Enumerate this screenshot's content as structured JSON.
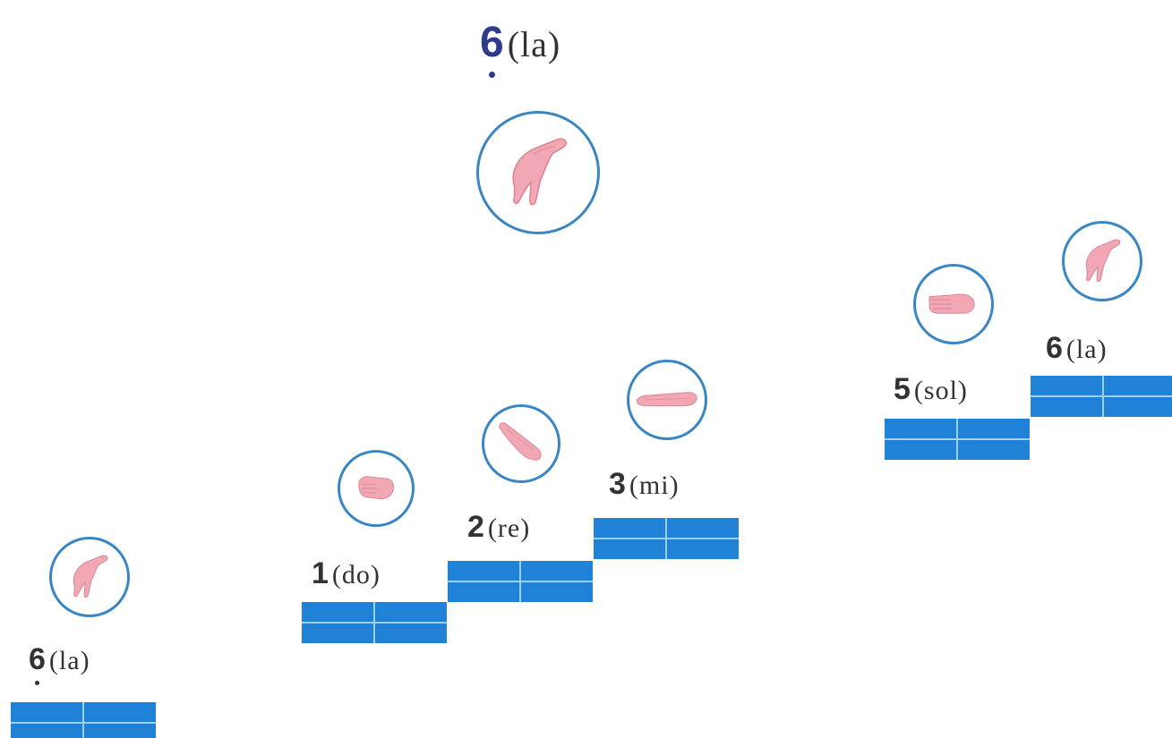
{
  "notes": [
    {
      "id": "la-low-big",
      "num": "6",
      "syl": "(la)",
      "dot_below": true
    },
    {
      "id": "la-low",
      "num": "6",
      "syl": "(la)",
      "dot_below": true
    },
    {
      "id": "do",
      "num": "1",
      "syl": "(do)",
      "dot_below": false
    },
    {
      "id": "re",
      "num": "2",
      "syl": "(re)",
      "dot_below": false
    },
    {
      "id": "mi",
      "num": "3",
      "syl": "(mi)",
      "dot_below": false
    },
    {
      "id": "sol",
      "num": "5",
      "syl": "(sol)",
      "dot_below": false
    },
    {
      "id": "la",
      "num": "6",
      "syl": "(la)",
      "dot_below": false
    }
  ],
  "hand_signs": [
    "hand-sign-la-icon",
    "hand-sign-do-icon",
    "hand-sign-re-icon",
    "hand-sign-mi-icon",
    "hand-sign-sol-icon"
  ],
  "colors": {
    "step_fill": "#1f82d6",
    "step_lines": "#9dd0f5",
    "circle_border": "#3a86c4",
    "hand": "#f2a8b4",
    "big_numeral": "#2e3a8c"
  }
}
